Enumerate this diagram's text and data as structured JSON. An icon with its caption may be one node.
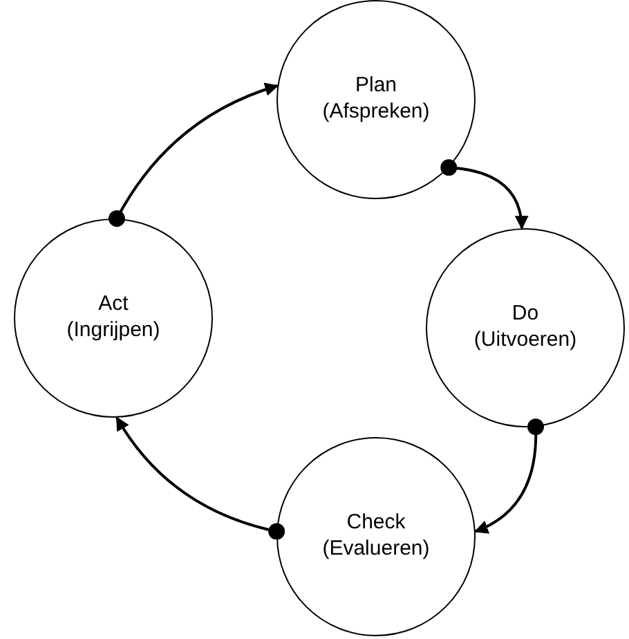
{
  "diagram": {
    "nodes": [
      {
        "text": [
          "Plan",
          "(Afspreken)"
        ]
      },
      {
        "text": [
          "Do",
          "(Uitvoeren)"
        ]
      },
      {
        "text": [
          "Check",
          "(Evalueren)"
        ]
      },
      {
        "text": [
          "Act",
          "(Ingrijpen)"
        ]
      }
    ],
    "edges": [
      {
        "from": 0,
        "to": 1,
        "arrow": "to"
      },
      {
        "from": 1,
        "to": 2,
        "arrow": "to"
      },
      {
        "from": 2,
        "to": 3,
        "arrow": "to"
      },
      {
        "from": 3,
        "to": 0,
        "arrow": "to"
      }
    ]
  }
}
